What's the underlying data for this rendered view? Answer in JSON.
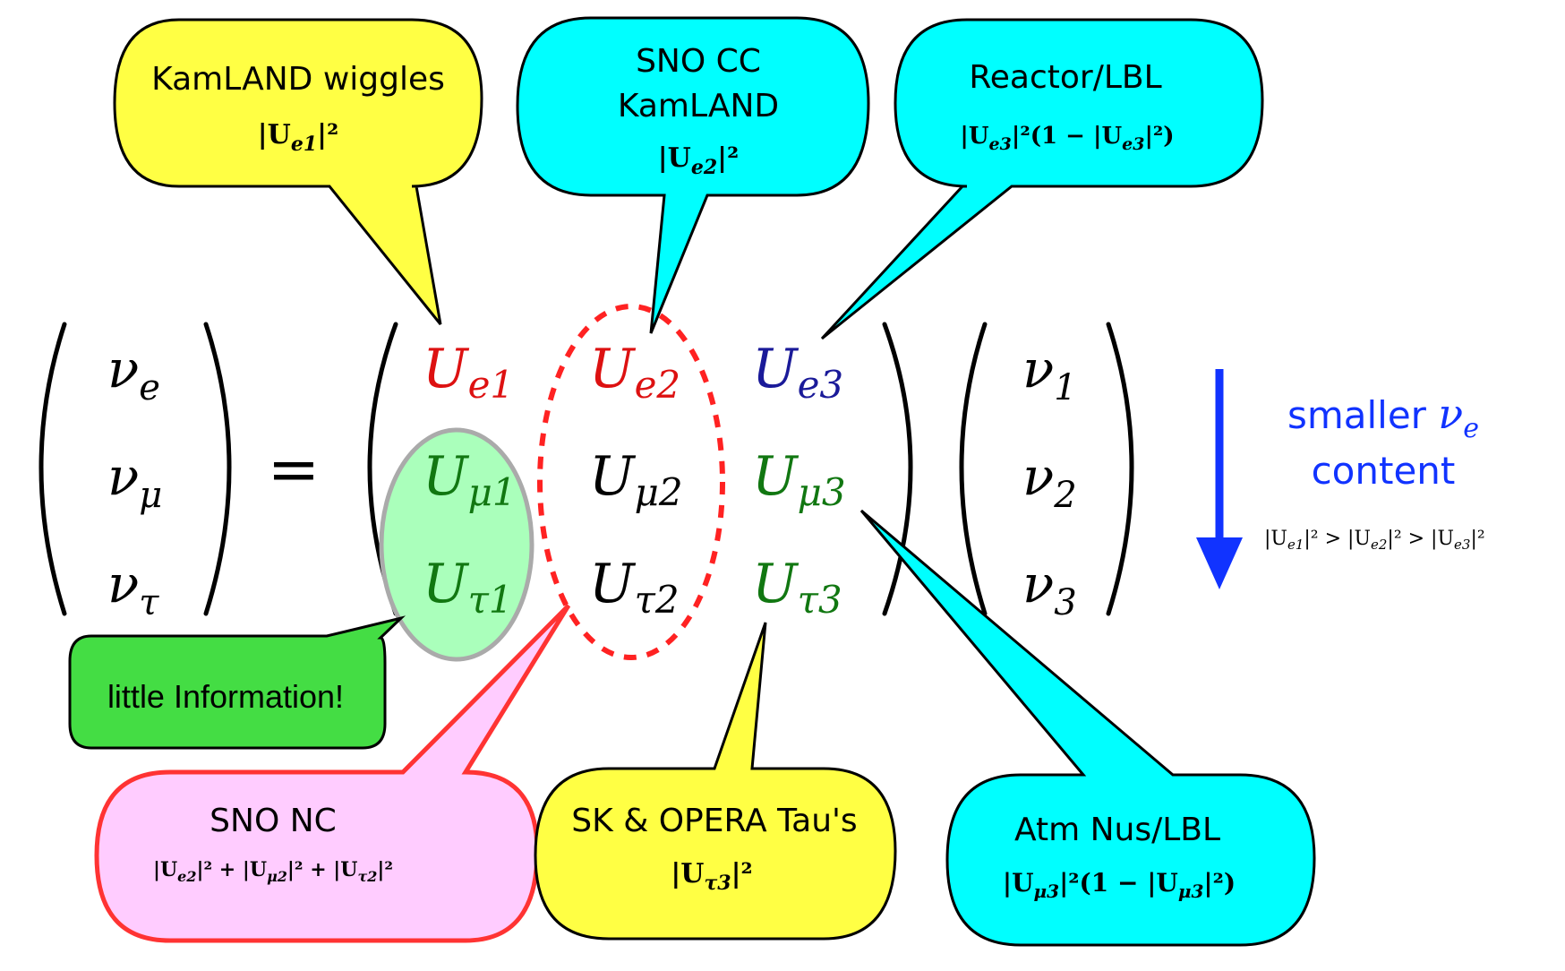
{
  "colors": {
    "yellow": "#ffff44",
    "cyan": "#00ffff",
    "pink": "#ffccff",
    "pink_border": "#ff3333",
    "green_callout": "#44dd44",
    "green_ellipse": "#aaffbb",
    "red": "#dd1111",
    "navy": "#1a1a99",
    "dark_green": "#117711",
    "blue": "#1133ff"
  },
  "callouts": {
    "kamland_wiggles": {
      "title": "KamLAND wiggles",
      "formula": "|U",
      "sub": "e1",
      "tail": "|²"
    },
    "sno_cc": {
      "title_line1": "SNO CC",
      "title_line2": "KamLAND",
      "formula": "|U",
      "sub": "e2",
      "tail": "|²"
    },
    "reactor_lbl": {
      "title": "Reactor/LBL",
      "f1": "|U",
      "s1": "e3",
      "f2": "|²(1 − |U",
      "s2": "e3",
      "f3": "|²)"
    },
    "little_info": {
      "text": "little Information!"
    },
    "sno_nc": {
      "title": "SNO NC",
      "f1": "|U",
      "s1": "e2",
      "f2": "|² + |U",
      "s2": "μ2",
      "f3": "|² + |U",
      "s3": "τ2",
      "f4": "|²"
    },
    "sk_opera": {
      "title": "SK & OPERA Tau's",
      "formula": "|U",
      "sub": "τ3",
      "tail": "|²"
    },
    "atm_nus": {
      "title": "Atm Nus/LBL",
      "f1": "|U",
      "s1": "μ3",
      "f2": "|²(1 − |U",
      "s2": "μ3",
      "f3": "|²)"
    }
  },
  "matrix": {
    "flavor": [
      {
        "base": "ν",
        "sub": "e"
      },
      {
        "base": "ν",
        "sub": "μ"
      },
      {
        "base": "ν",
        "sub": "τ"
      }
    ],
    "equals": "=",
    "elements": [
      {
        "base": "U",
        "sub": "e1"
      },
      {
        "base": "U",
        "sub": "e2"
      },
      {
        "base": "U",
        "sub": "e3"
      },
      {
        "base": "U",
        "sub": "μ1"
      },
      {
        "base": "U",
        "sub": "μ2"
      },
      {
        "base": "U",
        "sub": "μ3"
      },
      {
        "base": "U",
        "sub": "τ1"
      },
      {
        "base": "U",
        "sub": "τ2"
      },
      {
        "base": "U",
        "sub": "τ3"
      }
    ],
    "mass": [
      {
        "base": "ν",
        "sub": "1"
      },
      {
        "base": "ν",
        "sub": "2"
      },
      {
        "base": "ν",
        "sub": "3"
      }
    ]
  },
  "side_note": {
    "line1": "smaller ",
    "nu": "ν",
    "nu_sub": "e",
    "line2": "content",
    "ineq": {
      "a": "|U",
      "as": "e1",
      "b": "|² > |U",
      "bs": "e2",
      "c": "|² > |U",
      "cs": "e3",
      "d": "|²"
    }
  }
}
